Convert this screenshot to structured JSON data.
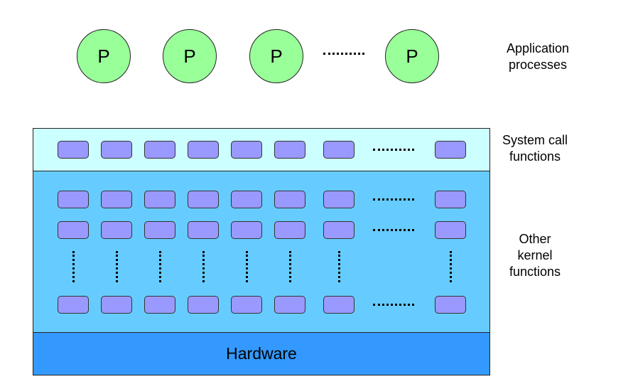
{
  "processes": {
    "circle_label": "P",
    "count_shown": 4,
    "side_label": "Application\nprocesses",
    "color": "#99ff99"
  },
  "layers": {
    "system_call": {
      "label": "System call\nfunctions",
      "color": "#ccffff"
    },
    "other_kernel": {
      "label": "Other\nkernel\nfunctions",
      "color": "#66ccff"
    },
    "hardware": {
      "label": "Hardware",
      "color": "#3399ff"
    }
  },
  "function_box_color": "#9999ff",
  "icons": {
    "ellipsis": "dotted-line-ellipsis-icon"
  }
}
